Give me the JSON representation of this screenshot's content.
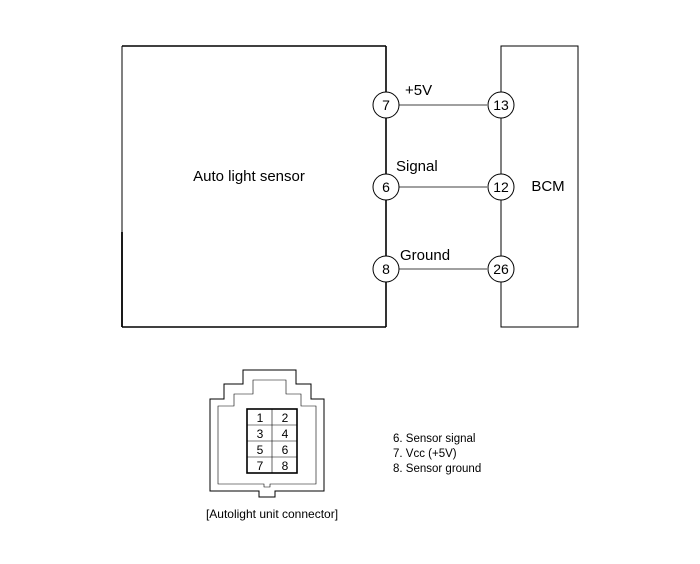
{
  "sensor": {
    "label": "Auto light sensor"
  },
  "bcm": {
    "label": "BCM"
  },
  "wires": [
    {
      "name": "+5V",
      "sensor_pin": "7",
      "bcm_pin": "13"
    },
    {
      "name": "Signal",
      "sensor_pin": "6",
      "bcm_pin": "12"
    },
    {
      "name": "Ground",
      "sensor_pin": "8",
      "bcm_pin": "26"
    }
  ],
  "connector": {
    "caption": "[Autolight unit connector]",
    "pins": [
      [
        "1",
        "2"
      ],
      [
        "3",
        "4"
      ],
      [
        "5",
        "6"
      ],
      [
        "7",
        "8"
      ]
    ]
  },
  "legend": [
    "6. Sensor signal",
    "7. Vcc (+5V)",
    "8. Sensor ground"
  ]
}
